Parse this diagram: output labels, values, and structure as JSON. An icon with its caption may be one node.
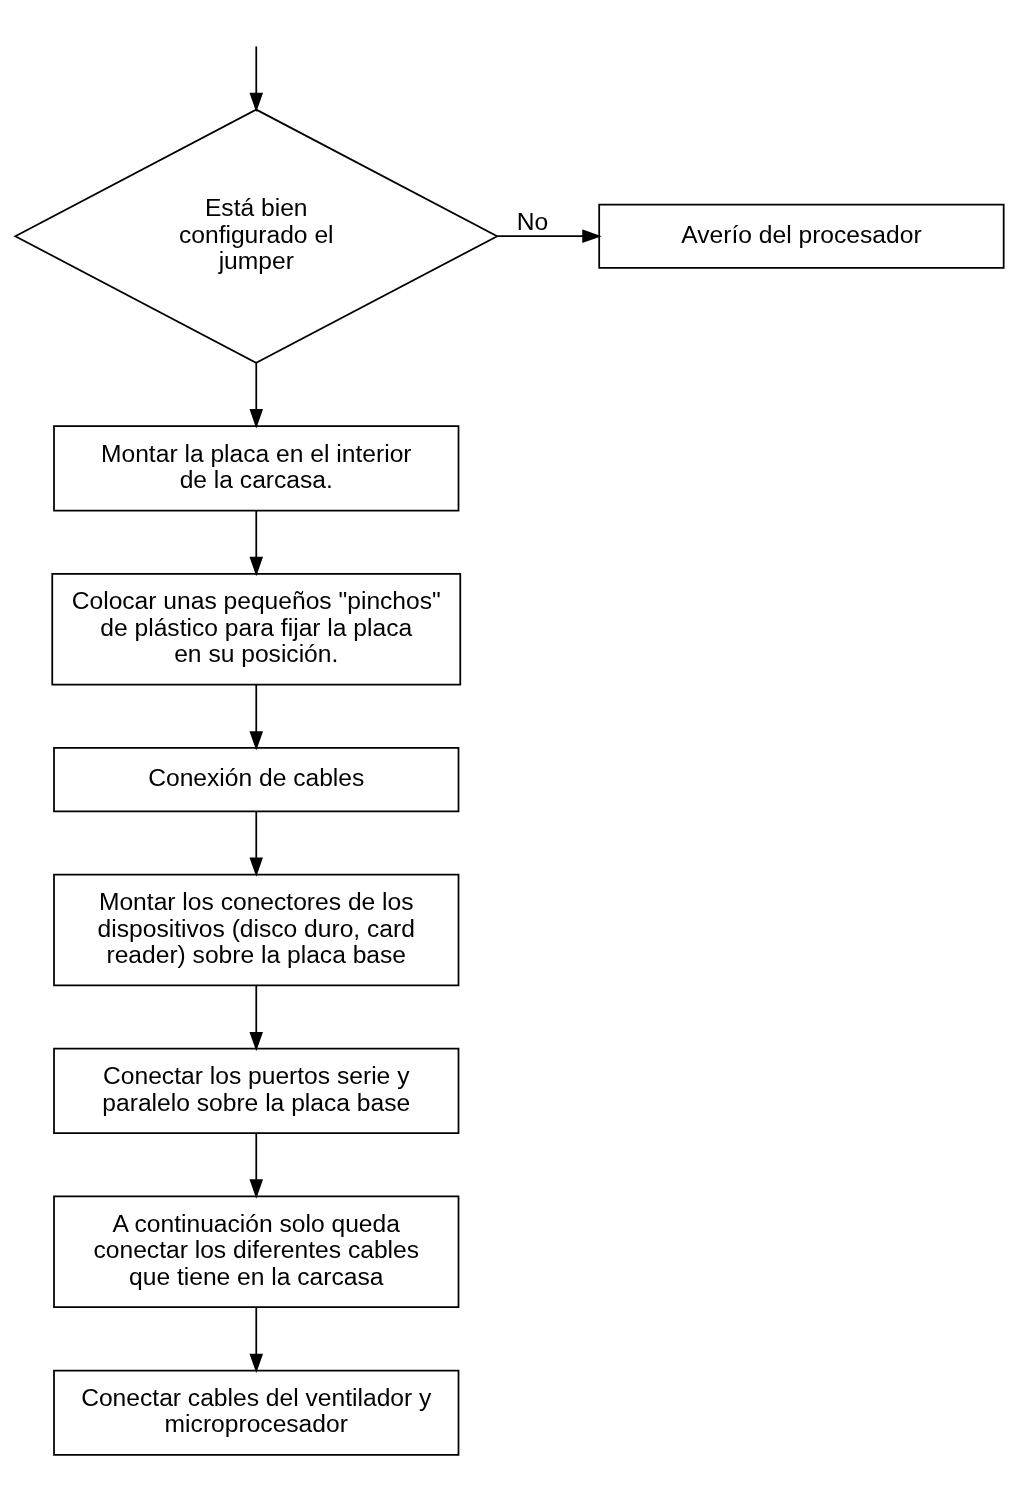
{
  "diagram": {
    "nodes": [
      {
        "text": [
          "Está bien configurado el jumper"
        ]
      },
      {
        "text": [
          "Averío del procesador"
        ]
      },
      {
        "text": [
          "Montar la placa en el interior de la carcasa."
        ]
      },
      {
        "text": [
          "Colocar unas pequeños \"pinchos\" de plástico para fijar la placa en su posición."
        ]
      },
      {
        "text": [
          "Conexión de cables"
        ]
      },
      {
        "text": [
          "Montar los conectores de los dispositivos (disco duro, card reader) sobre la placa base"
        ]
      },
      {
        "text": [
          "Conectar los puertos serie y paralelo sobre la placa base"
        ]
      },
      {
        "text": [
          "A continuación solo queda conectar los diferentes cables que tiene en la carcasa"
        ]
      },
      {
        "text": [
          "Conectar cables del ventilador y microprocesador"
        ]
      }
    ],
    "edges": [
      {
        "from": null,
        "to": 0,
        "arrow": "to"
      },
      {
        "from": 0,
        "to": 1,
        "arrow": "to",
        "label": "No"
      },
      {
        "from": 0,
        "to": 2,
        "arrow": "to"
      },
      {
        "from": 2,
        "to": 3,
        "arrow": "to"
      },
      {
        "from": 3,
        "to": 4,
        "arrow": "to"
      },
      {
        "from": 4,
        "to": 5,
        "arrow": "to"
      },
      {
        "from": 5,
        "to": 6,
        "arrow": "to"
      },
      {
        "from": 6,
        "to": 7,
        "arrow": "to"
      },
      {
        "from": 7,
        "to": 8,
        "arrow": "to"
      }
    ]
  }
}
